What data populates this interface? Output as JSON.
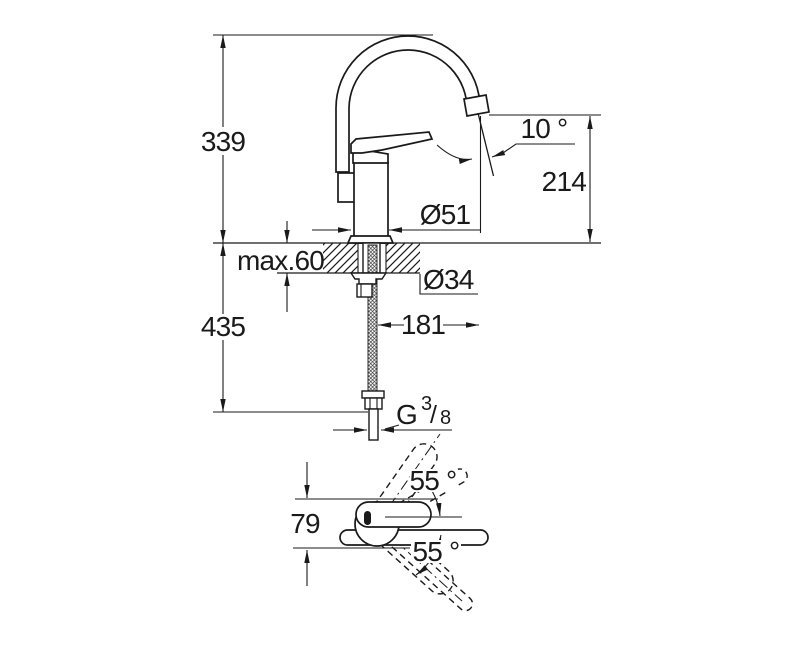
{
  "side_view": {
    "dim_total_height": "339",
    "dim_under_counter": "435",
    "dim_spout_height": "214",
    "dim_spout_angle": "10 °",
    "dim_body_diameter": "Ø51",
    "dim_mounting_thickness": "max.60",
    "dim_hole_diameter": "Ø34",
    "dim_spout_reach": "181",
    "thread": {
      "g": "G",
      "sup": "3",
      "slash": "/",
      "sub": "8"
    }
  },
  "top_view": {
    "dim_depth": "79",
    "dim_swivel_up": "55 °",
    "dim_swivel_down": "55 °"
  },
  "colors": {
    "line": "#1a1a1a",
    "background": "#ffffff"
  }
}
